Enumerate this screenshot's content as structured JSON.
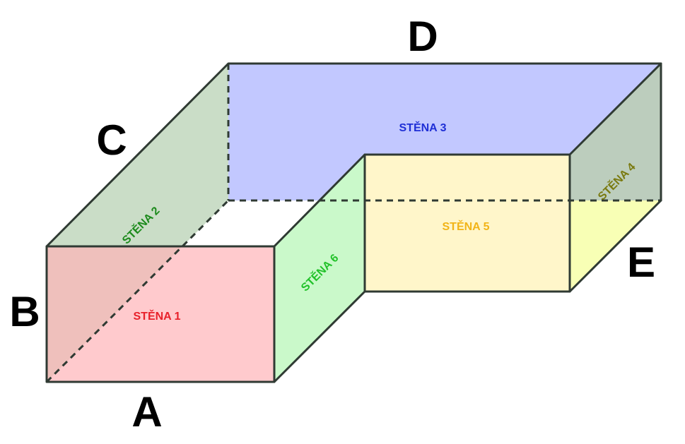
{
  "corner_labels": {
    "a": "A",
    "b": "B",
    "c": "C",
    "d": "D",
    "e": "E"
  },
  "walls": {
    "wall_1": {
      "label": "STĚNA 1",
      "color": "#e8212b"
    },
    "wall_2": {
      "label": "STĚNA 2",
      "color": "#1c8a1c"
    },
    "wall_3": {
      "label": "STĚNA 3",
      "color": "#1f2fd6"
    },
    "wall_4": {
      "label": "STĚNA 4",
      "color": "#7a7a10"
    },
    "wall_5": {
      "label": "STĚNA 5",
      "color": "#f2b417"
    },
    "wall_6": {
      "label": "STĚNA 6",
      "color": "#22c22a"
    }
  },
  "fills": {
    "wall_1": "#ffb3b8",
    "wall_2": "#a9c8a5",
    "wall_3": "#aab3ff",
    "wall_4": "#b9cfa7",
    "wall_5": "#fff0a6",
    "wall_6": "#b8f7b8",
    "wall_4_lower": "#f7ffa8"
  }
}
